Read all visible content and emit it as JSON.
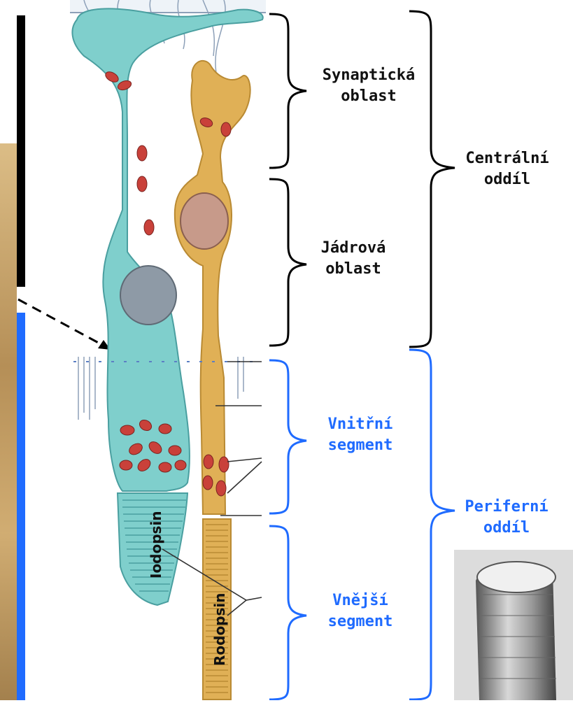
{
  "colors": {
    "black_bar": "#000000",
    "blue_bar": "#1f6bff",
    "label_black": "#111111",
    "label_blue": "#1f6bff",
    "cone_fill": "#7fcfcc",
    "rod_fill": "#e0b056",
    "mitochondria": "#c9413a",
    "photo_bg": "#c9a267"
  },
  "labels": {
    "synaptic": [
      "Synaptická",
      "oblast"
    ],
    "nuclear": [
      "Jádrová",
      "oblast"
    ],
    "central": [
      "Centrální",
      "oddíl"
    ],
    "inner": [
      "Vnitřní",
      "segment"
    ],
    "outer": [
      "Vnější",
      "segment"
    ],
    "peripheral": [
      "Periferní",
      "oddíl"
    ],
    "iodopsin": "Iodopsin",
    "rodopsin": "Rodopsin"
  }
}
